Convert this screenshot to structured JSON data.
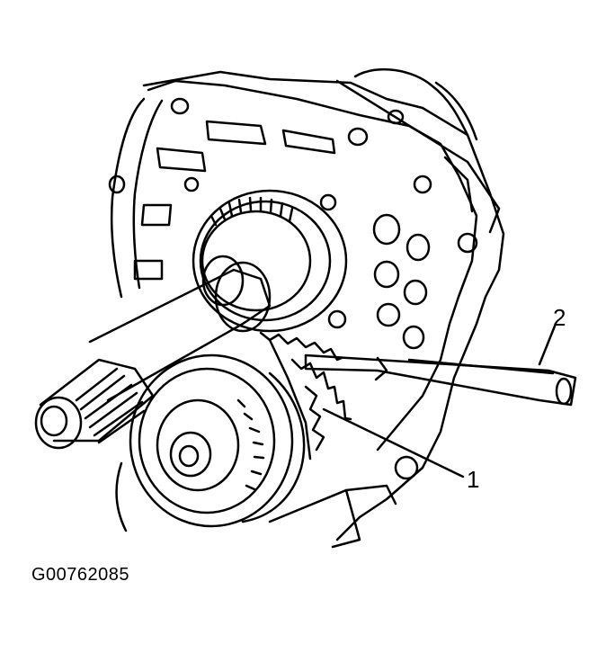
{
  "callouts": {
    "one": "1",
    "two": "2"
  },
  "figure_id": "G00762085",
  "colors": {
    "line": "#000000",
    "background": "#ffffff"
  }
}
